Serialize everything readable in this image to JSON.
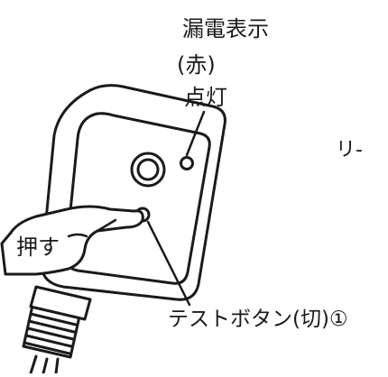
{
  "labels": {
    "leak_indicator": "漏電表示",
    "color_note": "(赤)",
    "lit": "点灯",
    "side_text": "リ-",
    "press": "押す",
    "test_button": "テストボタン(切)①"
  },
  "colors": {
    "ink": "#1a1a1a",
    "background": "#ffffff"
  }
}
